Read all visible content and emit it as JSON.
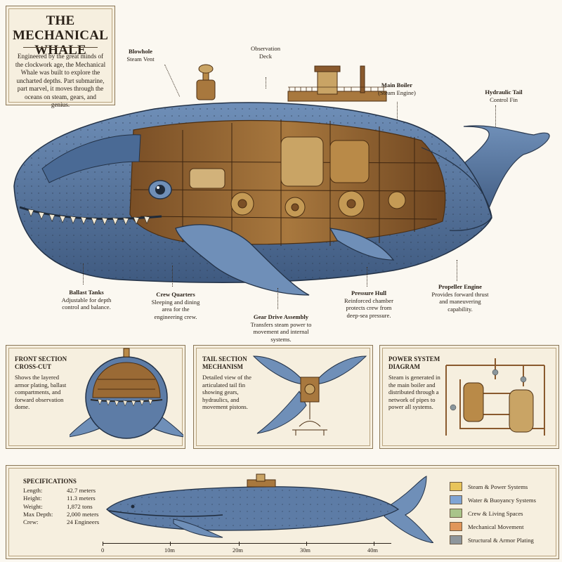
{
  "title": "THE MECHANICAL WHALE",
  "intro": "Engineered by the great minds of the clockwork age, the Mechanical Whale was built to explore the uncharted depths. Part submarine, part marvel, it moves through the oceans on steam, gears, and genius.",
  "callouts": {
    "blowhole": {
      "name": "Blowhole",
      "desc": "Steam Vent"
    },
    "observation": {
      "name": "Observation",
      "desc": "Deck"
    },
    "boiler": {
      "name": "Main Boiler",
      "desc": "(Steam Engine)"
    },
    "tail": {
      "name": "Hydraulic Tail",
      "desc": "Control Fin"
    },
    "ballast": {
      "name": "Ballast Tanks",
      "desc": "Adjustable for depth control and balance."
    },
    "crew": {
      "name": "Crew Quarters",
      "desc": "Sleeping and dining area for the engineering crew."
    },
    "gear": {
      "name": "Gear Drive Assembly",
      "desc": "Transfers steam power to movement and internal systems."
    },
    "hull": {
      "name": "Pressure Hull",
      "desc": "Reinforced chamber protects crew from deep-sea pressure."
    },
    "propeller": {
      "name": "Propeller Engine",
      "desc": "Provides forward thrust and maneuvering capability."
    }
  },
  "panels": {
    "front": {
      "title": "FRONT SECTION CROSS-CUT",
      "text": "Shows the layered armor plating, ballast compartments, and forward observation dome."
    },
    "tail": {
      "title": "TAIL SECTION MECHANISM",
      "text": "Detailed view of the articulated tail fin showing gears, hydraulics, and movement pistons."
    },
    "power": {
      "title": "POWER SYSTEM DIAGRAM",
      "text": "Steam is generated in the main boiler and distributed through a network of pipes to power all systems."
    }
  },
  "specs": {
    "title": "SPECIFICATIONS",
    "rows": [
      {
        "k": "Length:",
        "v": "42.7 meters"
      },
      {
        "k": "Height:",
        "v": "11.3 meters"
      },
      {
        "k": "Weight:",
        "v": "1,872 tons"
      },
      {
        "k": "Max Depth:",
        "v": "2,000 meters"
      },
      {
        "k": "Crew:",
        "v": "24 Engineers"
      }
    ]
  },
  "scale": [
    "0",
    "10m",
    "20m",
    "30m",
    "40m"
  ],
  "legend": [
    {
      "label": "Steam & Power Systems",
      "color": "#e8c45a"
    },
    {
      "label": "Water & Buoyancy Systems",
      "color": "#7fa4d4"
    },
    {
      "label": "Crew & Living Spaces",
      "color": "#a9c48a"
    },
    {
      "label": "Mechanical Movement",
      "color": "#e0965a"
    },
    {
      "label": "Structural & Armor Plating",
      "color": "#8e969c"
    }
  ],
  "colors": {
    "hull_blue": "#5d7ca6",
    "brass": "#b8894a",
    "copper": "#8a5a2e",
    "paper": "#f6efdf"
  }
}
